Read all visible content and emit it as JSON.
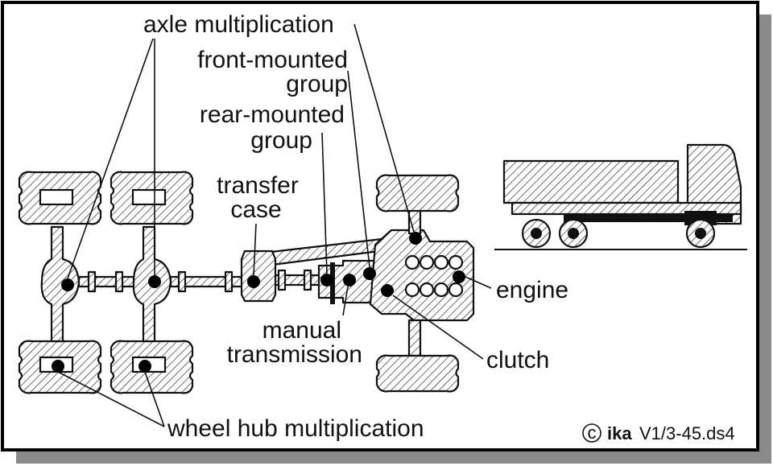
{
  "labels": {
    "axle_multiplication": "axle multiplication",
    "front_mounted_1": "front-mounted",
    "front_mounted_2": "group",
    "rear_mounted_1": "rear-mounted",
    "rear_mounted_2": "group",
    "transfer_1": "transfer",
    "transfer_2": "case",
    "engine": "engine",
    "manual_1": "manual",
    "manual_2": "transmission",
    "clutch": "clutch",
    "wheel_hub": "wheel hub multiplication"
  },
  "copyright": {
    "symbol": "c",
    "brand": "ika",
    "code": "V1/3-45.ds4"
  },
  "colors": {
    "frame_border": "#000000",
    "frame_shadow": "#8a8a8a",
    "ink": "#111111",
    "background": "#ffffff"
  }
}
